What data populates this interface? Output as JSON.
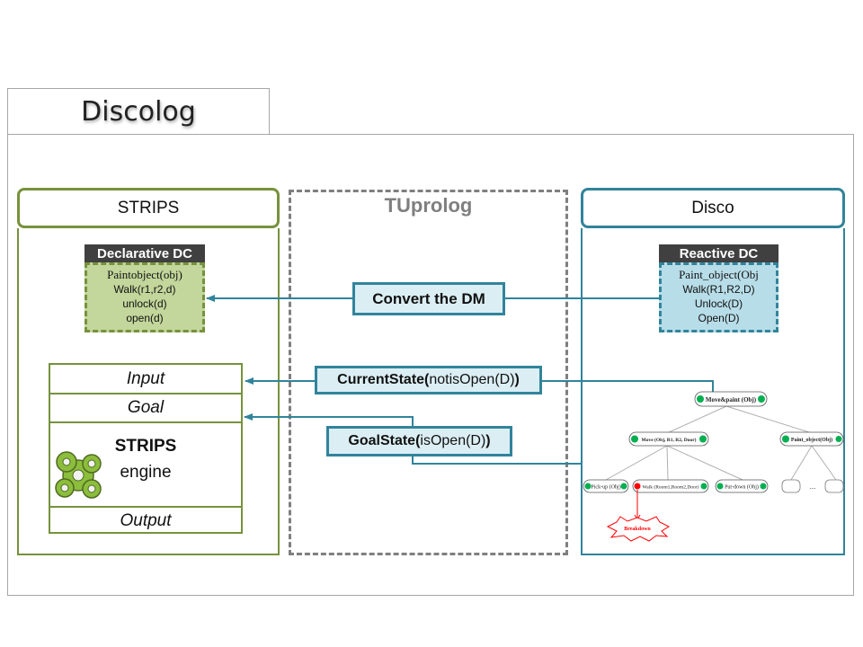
{
  "title": "Discolog",
  "strips": {
    "header": "STRIPS",
    "dc_label": "Declarative DC",
    "dc_lines": [
      "Paintobject(obj)",
      "Walk(r1,r2,d)",
      "unlock(d)",
      "open(d)"
    ],
    "engine": {
      "input": "Input",
      "goal": "Goal",
      "name_line1": "STRIPS",
      "name_line2": "engine",
      "output": "Output"
    }
  },
  "tuprolog": {
    "title": "TUprolog",
    "convert": "Convert the DM",
    "current_state": {
      "bold": "CurrentState(",
      "arg": "notisOpen(D)",
      "close": ")"
    },
    "goal_state": {
      "bold": "GoalState(",
      "arg": "isOpen(D)",
      "close": ")"
    }
  },
  "disco": {
    "header": "Disco",
    "dc_label": "Reactive DC",
    "dc_lines": [
      "Paint_object(Obj",
      "Walk(R1,R2,D)",
      "Unlock(D)",
      "Open(D)"
    ],
    "tree": {
      "root": "Move&paint (Obj)",
      "move": "Move (Obj, R1, R2, Door)",
      "paint": "Paint_object(Obj)",
      "pickup": "Pick-up (Obj)",
      "walk": "Walk (Room1,Room2,Door)",
      "putdown": "Put-down (Obj)",
      "ellipsis": "...",
      "breakdown": "Breakdown"
    }
  },
  "colors": {
    "strips_green": "#76923c",
    "disco_teal": "#31849b",
    "tuprolog_gray": "#7f7f7f",
    "decl_fill": "#c3d69b",
    "react_fill": "#b7dde8",
    "node_ok": "#00b050",
    "node_fail": "#ff0000"
  }
}
